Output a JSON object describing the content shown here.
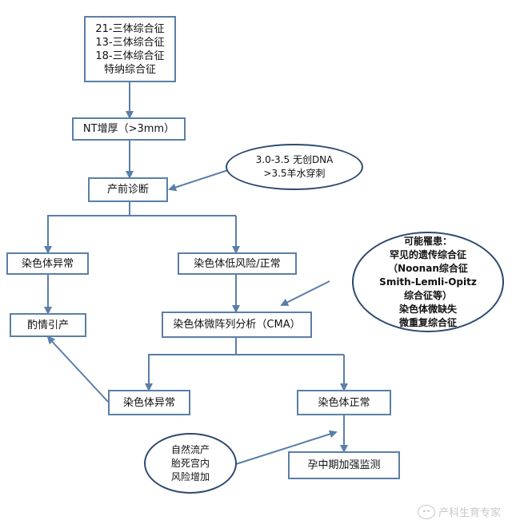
{
  "nodes": {
    "trisomy_list": [
      "21-三体综合征",
      "13-三体综合征",
      "18-三体综合征",
      "特纳综合征"
    ],
    "nt": "NT增厚（>3mm）",
    "prenatal": "产前诊断",
    "abnormal_left": "染色体异常",
    "low_risk": "染色体低风险/正常",
    "termination": "酌情引产",
    "cma": "染色体微阵列分析（CMA）",
    "abnormal_right": "染色体异常",
    "normal": "染色体正常",
    "monitor": "孕中期加强监测"
  },
  "bubbles": {
    "testing": [
      "3.0-3.5 无创DNA",
      ">3.5羊水穿刺"
    ],
    "syndromes": [
      "可能罹患：",
      "罕见的遗传综合征",
      "（Noonan综合征",
      "Smith-Lemli-Opitz",
      "综合征等）",
      "染色体微缺失",
      "微重复综合征"
    ],
    "risk": [
      "自然流产",
      "胎死宫内",
      "风险增加"
    ]
  },
  "watermark": "产科生育专家",
  "colors": {
    "line": "#5a7fa8",
    "box_border": "#5a7fa8",
    "bubble_border": "#2e4a6f"
  }
}
